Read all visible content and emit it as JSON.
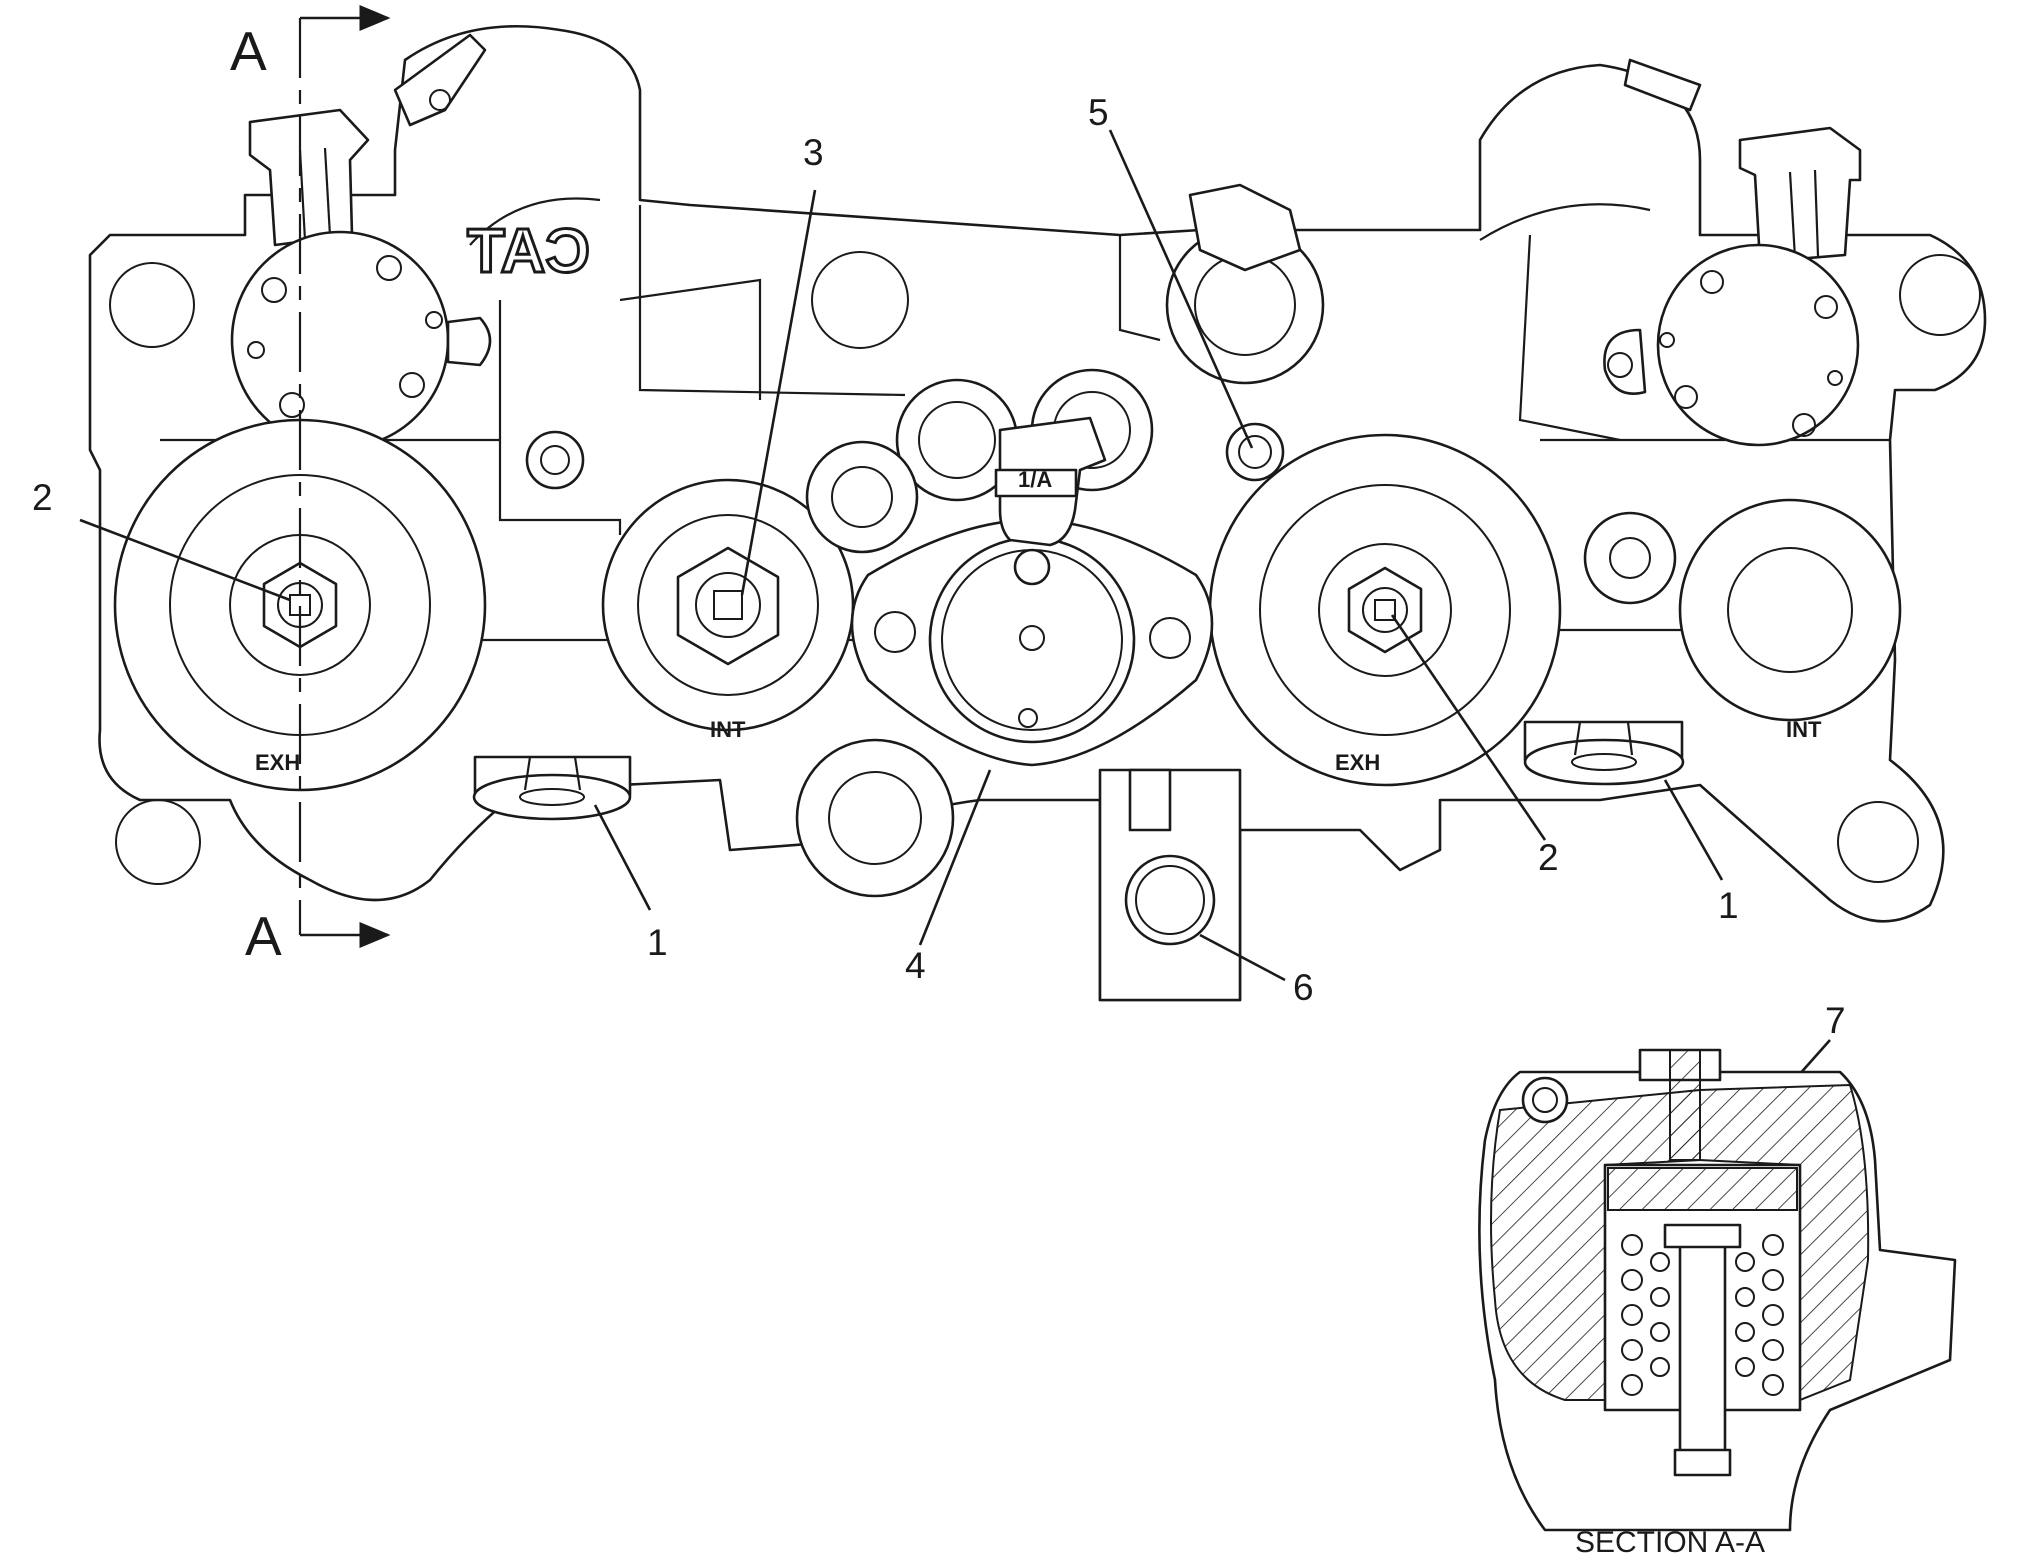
{
  "callouts": [
    "1",
    "2",
    "3",
    "4",
    "5",
    "6",
    "7"
  ],
  "section": {
    "marker": "A",
    "caption": "SECTION A-A"
  },
  "body_labels": {
    "exhaust": "EXH",
    "intake": "INT",
    "port": "1/A"
  },
  "logo": "CAT",
  "colors": {
    "ink": "#1a1a1a",
    "paper": "#ffffff"
  }
}
